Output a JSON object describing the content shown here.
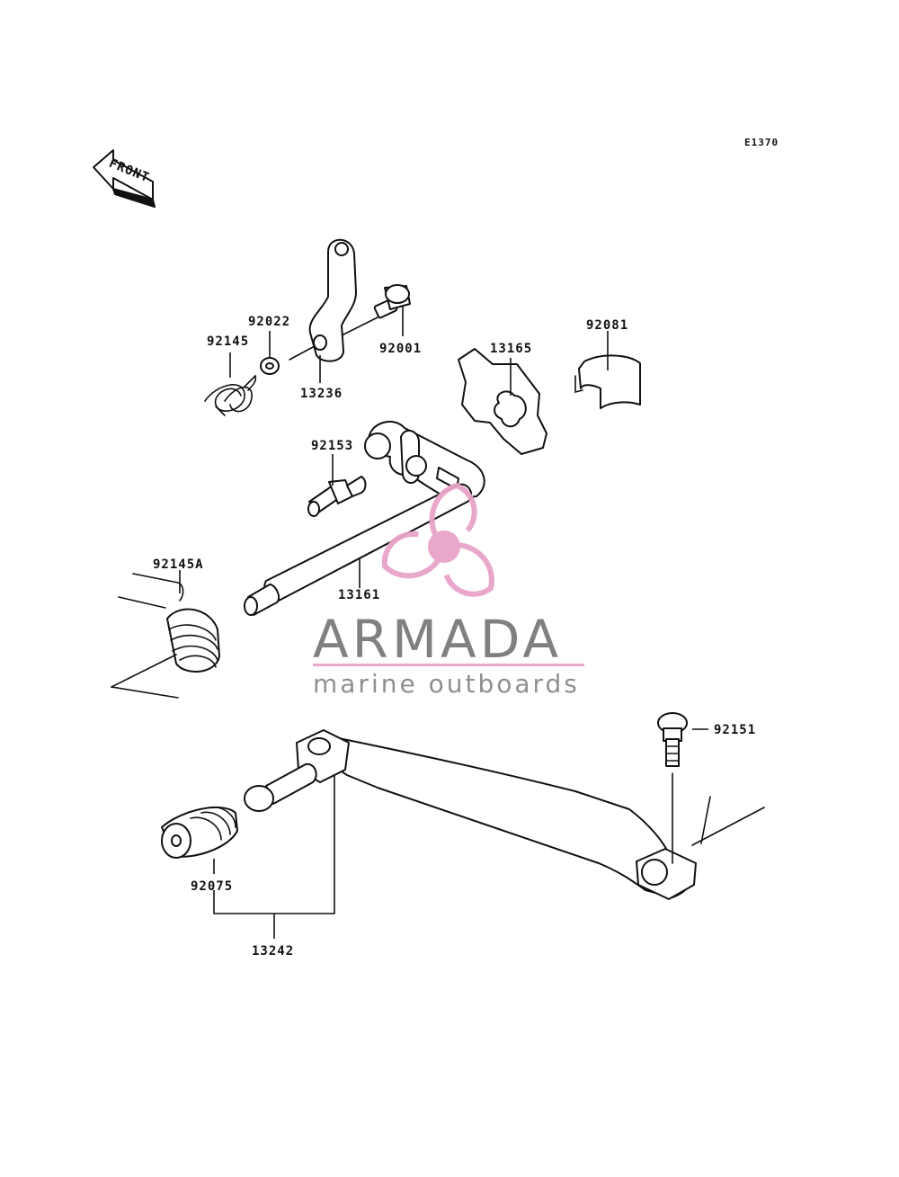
{
  "diagram_code": "E1370",
  "front_label": "FRONT",
  "parts": [
    {
      "id": "p92145",
      "number": "92145"
    },
    {
      "id": "p92022",
      "number": "92022"
    },
    {
      "id": "p92001",
      "number": "92001"
    },
    {
      "id": "p13236",
      "number": "13236"
    },
    {
      "id": "p13165",
      "number": "13165"
    },
    {
      "id": "p92081",
      "number": "92081"
    },
    {
      "id": "p92153",
      "number": "92153"
    },
    {
      "id": "p92145A",
      "number": "92145A"
    },
    {
      "id": "p13161",
      "number": "13161"
    },
    {
      "id": "p92151",
      "number": "92151"
    },
    {
      "id": "p92075",
      "number": "92075"
    },
    {
      "id": "p13242",
      "number": "13242"
    }
  ],
  "watermark": {
    "brand": "ARMADA",
    "tagline": "marine outboards",
    "accent_color": "#e8a3c9",
    "text_color": "#7a7a7a"
  }
}
